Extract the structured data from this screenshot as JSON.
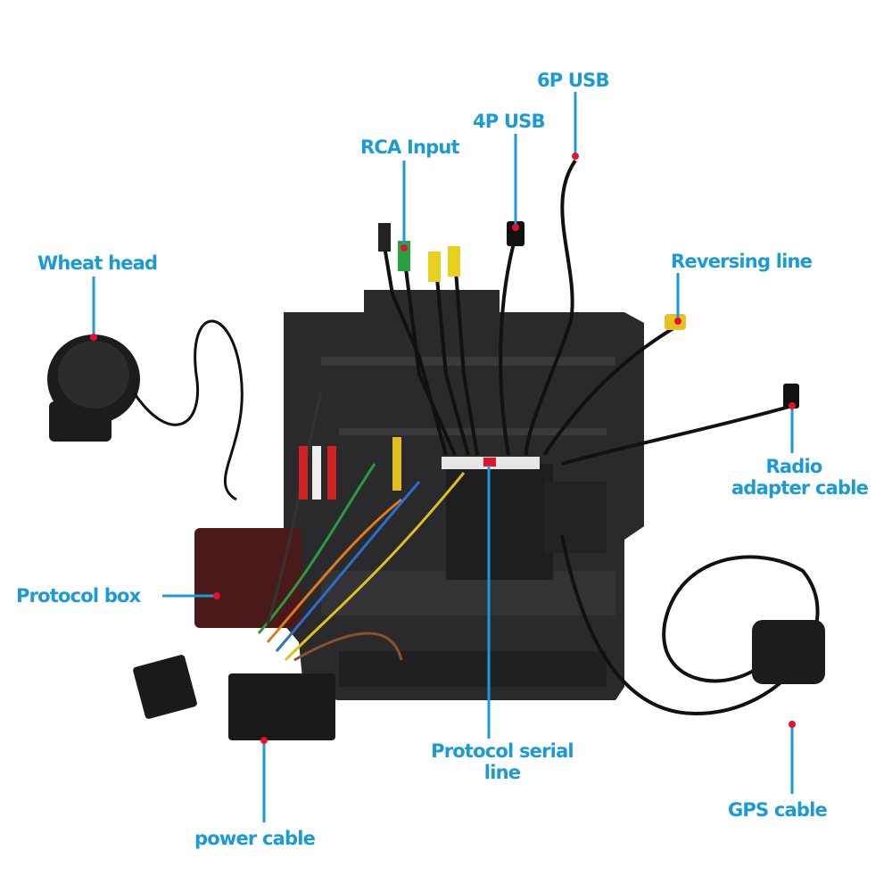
{
  "labels": {
    "usb6p": "6P USB",
    "usb4p": "4P USB",
    "rca_input": "RCA Input",
    "wheat_head": "Wheat head",
    "reversing_line": "Reversing line",
    "radio_adapter_1": "Radio",
    "radio_adapter_2": "adapter cable",
    "protocol_box": "Protocol box",
    "protocol_serial_1": "Protocol serial",
    "protocol_serial_2": "line",
    "gps_cable": "GPS cable",
    "power_cable": "power cable"
  },
  "colors": {
    "label": "#1a9ad6",
    "marker": "#e8102a",
    "unit": "#2a2a2c",
    "protocol_box": "#4a1a1a"
  }
}
